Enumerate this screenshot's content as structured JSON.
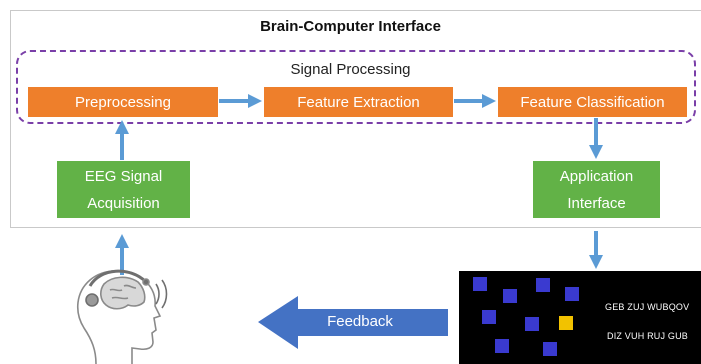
{
  "title": "Brain-Computer Interface",
  "signal_processing": {
    "label": "Signal Processing",
    "stages": [
      "Preprocessing",
      "Feature Extraction",
      "Feature Classification"
    ]
  },
  "eeg_box": {
    "line1": "EEG Signal",
    "line2": "Acquisition"
  },
  "app_box": {
    "line1": "Application",
    "line2": "Interface"
  },
  "feedback_label": "Feedback",
  "task_screen": {
    "row1": "GEB  ZUJ  WUBQOV",
    "row2": "DIZ  VUH  RUJ  GUB"
  },
  "colors": {
    "stage_orange": "#ee7f2b",
    "box_green": "#62b247",
    "arrow_blue": "#5b9bd5",
    "feedback_blue": "#4472c4",
    "group_purple": "#7a3fa8",
    "target_square": "#3a3ad0",
    "highlight_square": "#f2c200"
  },
  "icons": [
    "head-with-eeg-headset-icon"
  ]
}
